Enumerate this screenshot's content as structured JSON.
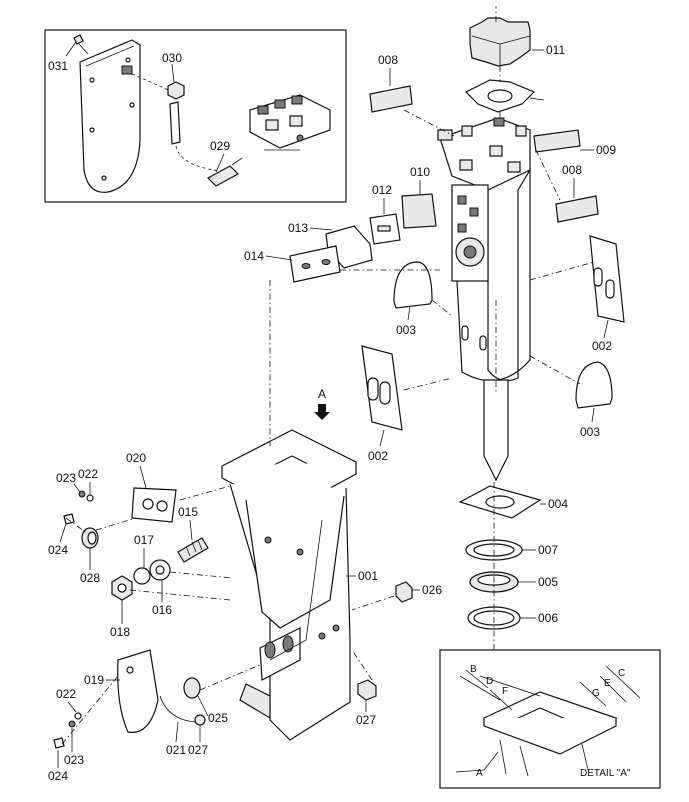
{
  "callouts": {
    "p001": "001",
    "p002a": "002",
    "p002b": "002",
    "p003a": "003",
    "p003b": "003",
    "p004": "004",
    "p005": "005",
    "p006": "006",
    "p007": "007",
    "p008a": "008",
    "p008b": "008",
    "p009": "009",
    "p010": "010",
    "p011": "011",
    "p012": "012",
    "p013": "013",
    "p014": "014",
    "p015": "015",
    "p016": "016",
    "p017": "017",
    "p018": "018",
    "p019": "019",
    "p020": "020",
    "p021": "021",
    "p022a": "022",
    "p022b": "022",
    "p023a": "023",
    "p023b": "023",
    "p024a": "024",
    "p024b": "024",
    "p025": "025",
    "p026": "026",
    "p027a": "027",
    "p027b": "027",
    "p028": "028",
    "p029": "029",
    "p030": "030",
    "p031": "031"
  },
  "view_marker": {
    "letter": "A"
  },
  "detail": {
    "title": "DETAIL \"A\"",
    "dims": {
      "a": "A",
      "b": "B",
      "c": "C",
      "d": "D",
      "e": "E",
      "f": "F",
      "g": "G"
    }
  }
}
